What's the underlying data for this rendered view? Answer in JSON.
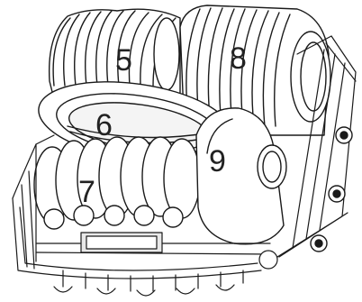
{
  "figure": {
    "type": "dishwasher lower basket loading diagram",
    "callouts": [
      {
        "id": "dinner-plates-rear",
        "text": "5"
      },
      {
        "id": "dessert-plates",
        "text": "6"
      },
      {
        "id": "small-plates",
        "text": "7"
      },
      {
        "id": "dinner-plates-right",
        "text": "8"
      },
      {
        "id": "bowl",
        "text": "9"
      }
    ],
    "colors": {
      "line": "#1a1a1a",
      "fill": "#ffffff",
      "shade": "#e8e8e8"
    }
  }
}
